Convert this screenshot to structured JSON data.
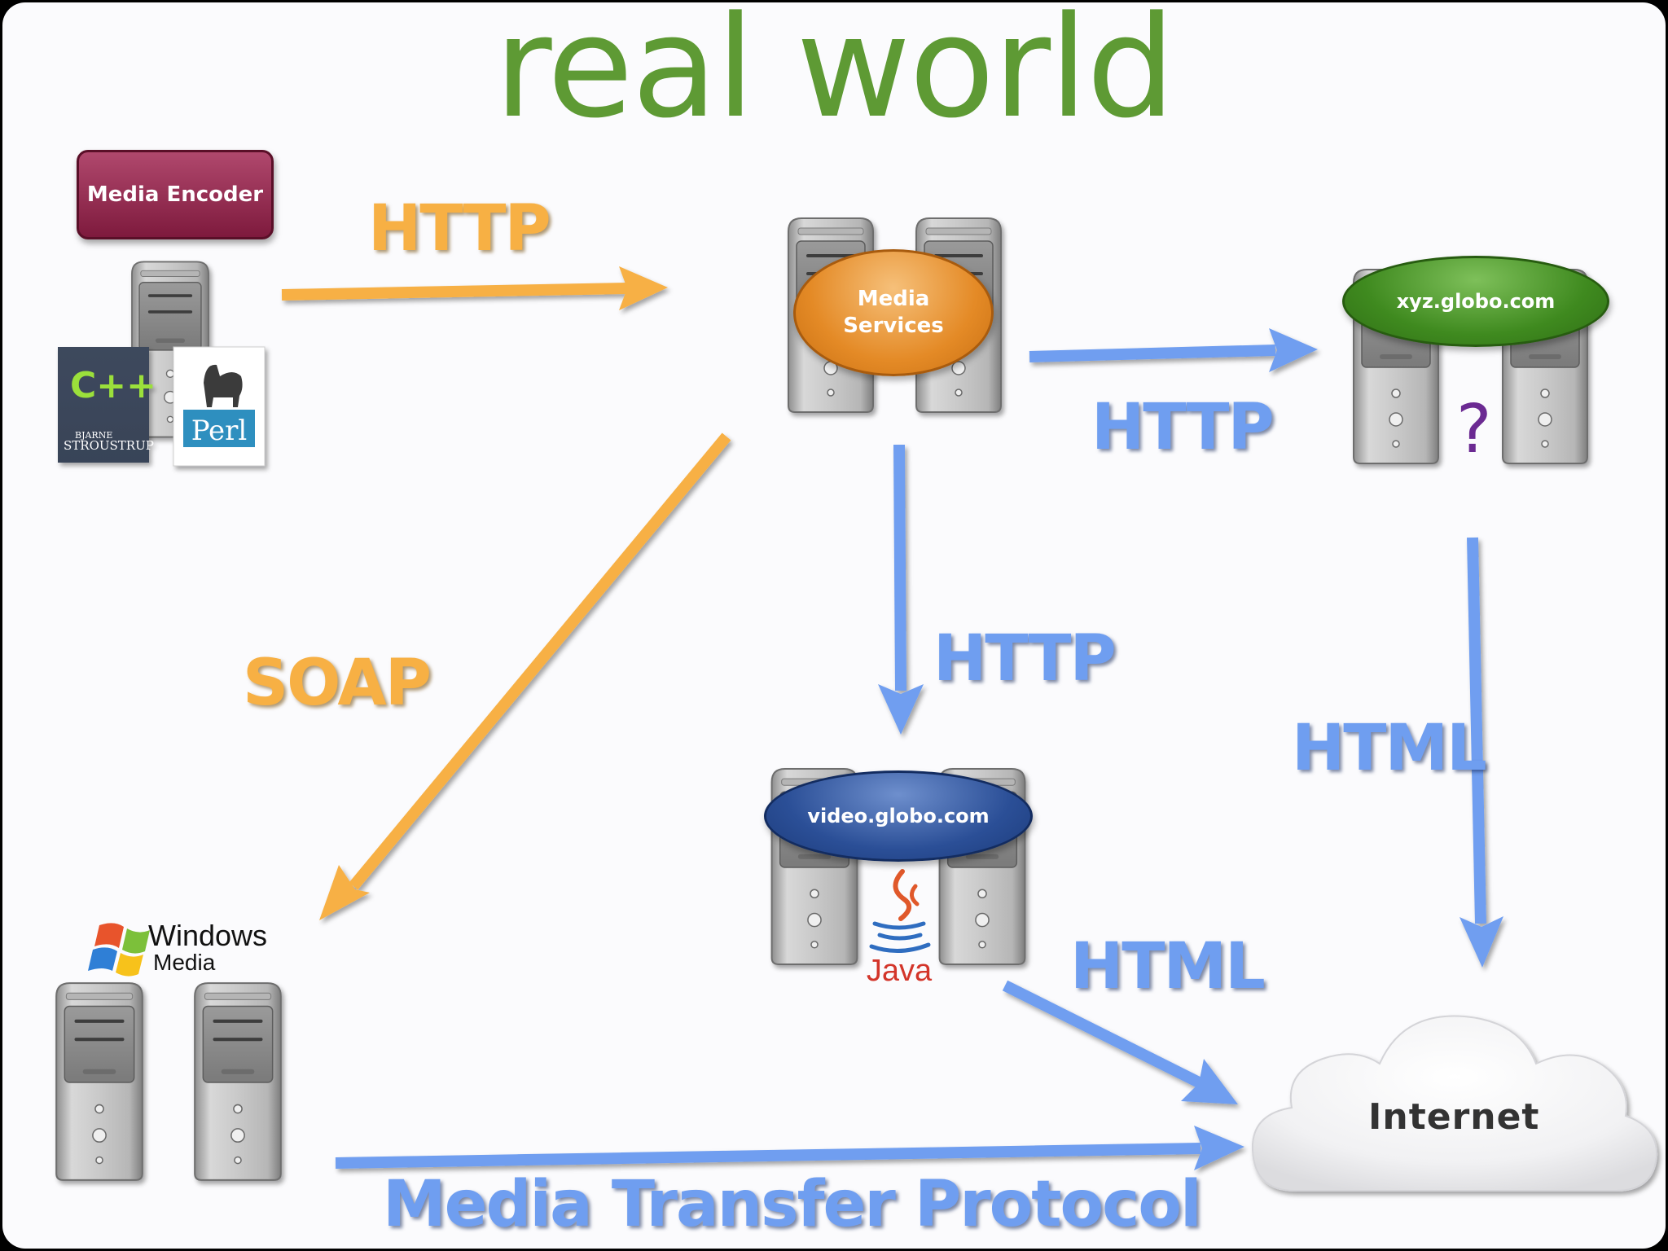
{
  "title": "real world",
  "media_encoder": {
    "label": "Media Encoder"
  },
  "book_cpp": {
    "title": "C++",
    "author_first": "BJARNE",
    "author_last": "STROUSTRUP"
  },
  "book_perl": {
    "title": "Perl"
  },
  "media_services": {
    "line1": "Media",
    "line2": "Services"
  },
  "xyz": {
    "label": "xyz.globo.com",
    "mark": "?"
  },
  "video": {
    "label": "video.globo.com",
    "java_label": "Java"
  },
  "windows_media": {
    "line1": "Windows",
    "line2": "Media"
  },
  "internet": {
    "label": "Internet"
  },
  "protocols": {
    "http_encoder": "HTTP",
    "http_xyz": "HTTP",
    "http_video": "HTTP",
    "soap": "SOAP",
    "html_xyz": "HTML",
    "html_video": "HTML",
    "media_transfer": "Media Transfer Protocol"
  },
  "colors": {
    "title": "#5e9a34",
    "orange_arrow": "#f7b044",
    "blue_arrow": "#6f9ef0",
    "encoder": "#8e2549",
    "media_services": "#e48a26",
    "xyz": "#3f8a1f",
    "video": "#2b4f97"
  }
}
